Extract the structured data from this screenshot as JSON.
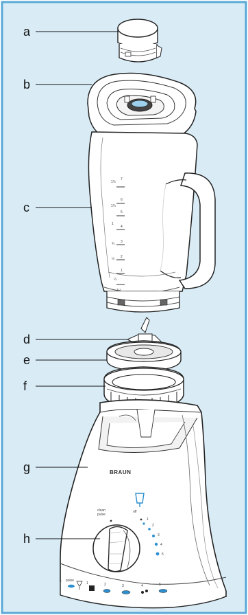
{
  "diagram": {
    "background_color": "#d9ecf6",
    "border_color": "#5aa8d6",
    "brand_text": "BRAUN",
    "callouts": [
      {
        "id": "a",
        "label": "a"
      },
      {
        "id": "b",
        "label": "b"
      },
      {
        "id": "c",
        "label": "c"
      },
      {
        "id": "d",
        "label": "d"
      },
      {
        "id": "e",
        "label": "e"
      },
      {
        "id": "f",
        "label": "f"
      },
      {
        "id": "g",
        "label": "g"
      },
      {
        "id": "h",
        "label": "h"
      }
    ],
    "jug_scale": [
      "1½",
      "7",
      "6",
      "1¼",
      "5",
      "1",
      "4",
      "¾",
      "3",
      "½",
      "2",
      "1",
      "¼",
      "1½",
      "cups"
    ],
    "dial": {
      "clean_label": "clean",
      "pulse_label": "pulse",
      "off_label": "off",
      "speeds": [
        "1",
        "2",
        "3",
        "4",
        "5"
      ]
    },
    "programs": [
      "pulse",
      "1",
      "2",
      "3",
      "4",
      "5"
    ]
  }
}
